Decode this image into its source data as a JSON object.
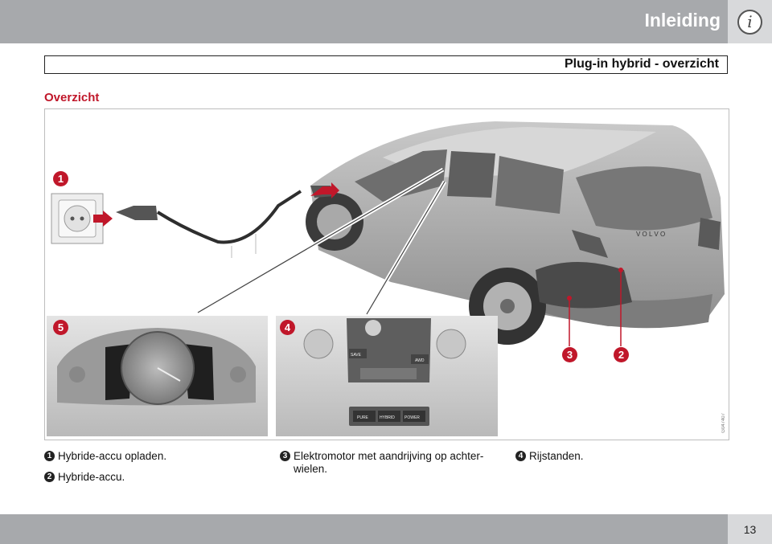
{
  "header": {
    "chapter": "Inleiding",
    "info_icon": "i"
  },
  "section": {
    "title": "Plug-in hybrid - overzicht"
  },
  "subheading": "Overzicht",
  "figure": {
    "code": "G047407",
    "callouts": [
      "1",
      "2",
      "3",
      "4",
      "5"
    ],
    "console_buttons": {
      "save": "SAVE",
      "awd": "AWD",
      "pure": "PURE",
      "hybrid": "HYBRID",
      "power": "POWER"
    },
    "brand_text": "V O L V O"
  },
  "legend": [
    {
      "num": "1",
      "text": "Hybride-accu opladen."
    },
    {
      "num": "2",
      "text": "Hybride-accu."
    },
    {
      "num": "3",
      "text": "Elektromotor met aandrijving op achter-wielen."
    },
    {
      "num": "4",
      "text": "Rijstanden."
    }
  ],
  "footer": {
    "page_number": "13"
  },
  "colors": {
    "accent": "#c0172a",
    "bar": "#a7a9ac",
    "box": "#d8d9db"
  }
}
